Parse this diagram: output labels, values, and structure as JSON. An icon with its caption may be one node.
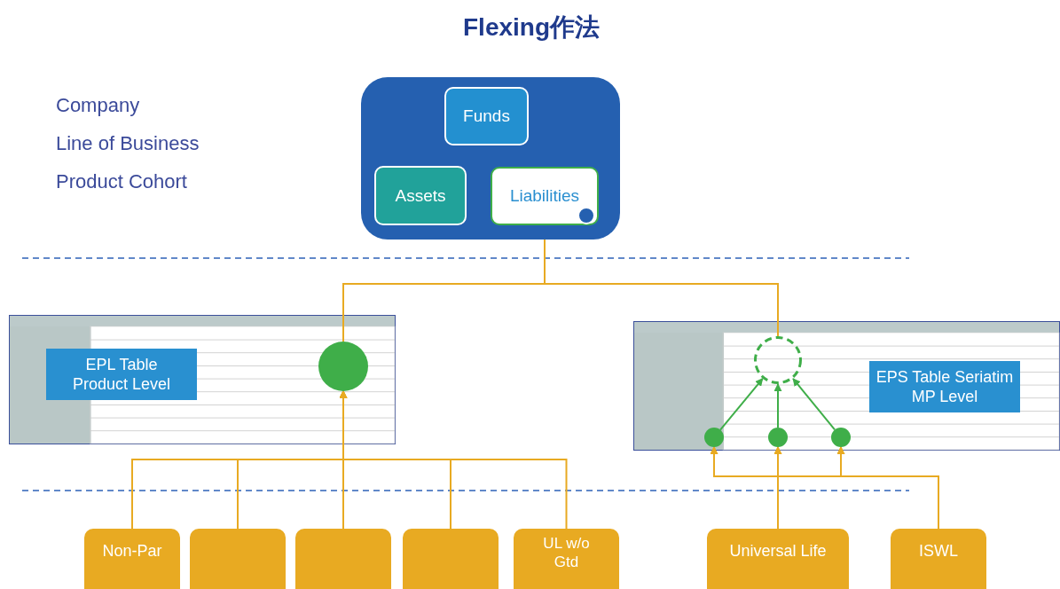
{
  "diagram": {
    "title": "Flexing作法",
    "nodes": [
      {
        "text": [],
        "shape": "box"
      },
      {
        "text": [
          "Funds"
        ],
        "in": 0
      },
      {
        "text": [
          "Assets"
        ],
        "in": 0
      },
      {
        "text": [
          "Liabilities"
        ],
        "in": 0
      },
      {
        "text": [],
        "shape": "circle",
        "in": 3
      },
      {
        "text": [
          "EPL Table Product Level"
        ]
      },
      {
        "text": [],
        "shape": "circle"
      },
      {
        "text": [
          "EPS Table Seriatim MP Level"
        ]
      },
      {
        "text": [],
        "shape": "circle"
      },
      {
        "text": [],
        "shape": "circle"
      },
      {
        "text": [],
        "shape": "circle"
      },
      {
        "text": [],
        "shape": "circle"
      },
      {
        "text": [
          "Non-Par"
        ]
      },
      {
        "text": [],
        "shape": "box"
      },
      {
        "text": [],
        "shape": "box"
      },
      {
        "text": [],
        "shape": "box"
      },
      {
        "text": [
          "UL w/o Gtd"
        ]
      },
      {
        "text": [
          "Universal Life"
        ]
      },
      {
        "text": [
          "ISWL"
        ]
      }
    ],
    "edges": [
      {
        "from": 12,
        "to": 6,
        "arrow": "to"
      },
      {
        "from": 13,
        "to": 6,
        "arrow": "to"
      },
      {
        "from": 14,
        "to": 6,
        "arrow": "to"
      },
      {
        "from": 15,
        "to": 6,
        "arrow": "to"
      },
      {
        "from": 16,
        "to": 6,
        "arrow": "to"
      },
      {
        "from": 6,
        "to": 3,
        "arrow": "to"
      },
      {
        "from": 8,
        "to": 3,
        "arrow": "to"
      },
      {
        "from": 9,
        "to": 8,
        "arrow": "to",
        "color": "#3fae49"
      },
      {
        "from": 10,
        "to": 8,
        "arrow": "to",
        "color": "#3fae49"
      },
      {
        "from": 11,
        "to": 8,
        "arrow": "to",
        "color": "#3fae49"
      },
      {
        "from": 17,
        "to": 9,
        "arrow": "to"
      },
      {
        "from": 17,
        "to": 10,
        "arrow": "to"
      },
      {
        "from": 17,
        "to": 11,
        "arrow": "to"
      },
      {
        "from": 18,
        "to": 9,
        "arrow": "to"
      },
      {
        "from": 18,
        "to": 10,
        "arrow": "to"
      },
      {
        "from": 18,
        "to": 11,
        "arrow": "to"
      }
    ],
    "labels": [
      "Company",
      "Line of Business",
      "Product Cohort"
    ]
  }
}
